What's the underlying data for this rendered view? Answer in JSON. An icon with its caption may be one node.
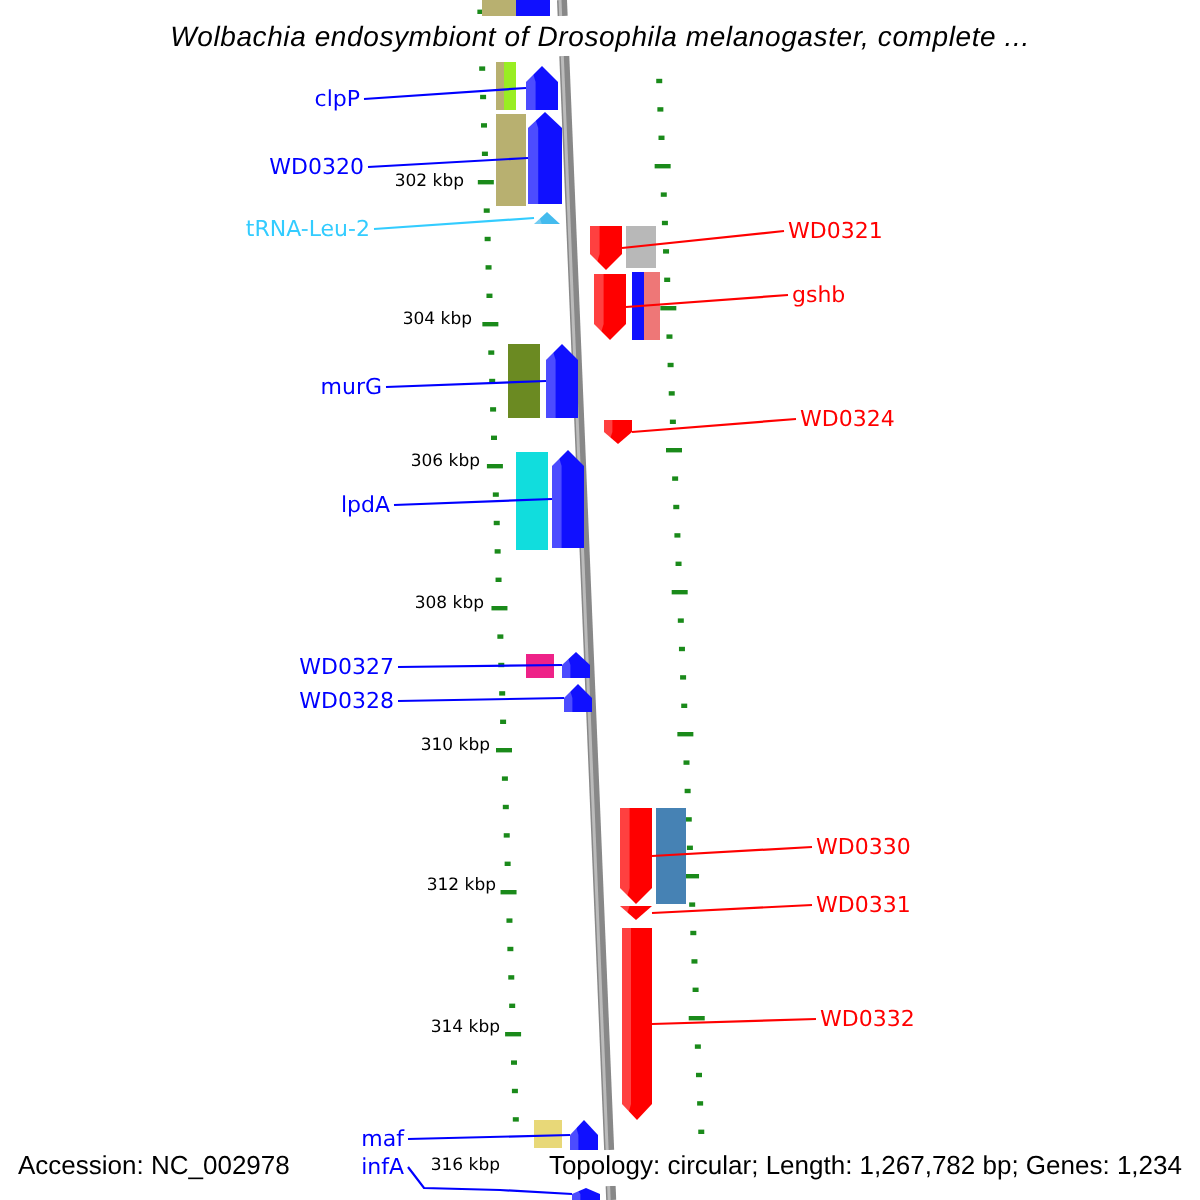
{
  "diagram": {
    "title": "Wolbachia endosymbiont of Drosophila melanogaster, complete ...",
    "nodes": [
      {
        "text": [
          "clpP"
        ]
      },
      {
        "text": [],
        "shape": "arrow"
      },
      {
        "text": [
          "WD0320"
        ]
      },
      {
        "text": [],
        "shape": "arrow"
      },
      {
        "text": [
          "tRNA-Leu-2"
        ]
      },
      {
        "text": [],
        "shape": "triangle"
      },
      {
        "text": [
          "WD0321"
        ]
      },
      {
        "text": [],
        "shape": "arrow"
      },
      {
        "text": [
          "gshb"
        ]
      },
      {
        "text": [],
        "shape": "arrow"
      },
      {
        "text": [
          "murG"
        ]
      },
      {
        "text": [],
        "shape": "arrow"
      },
      {
        "text": [
          "WD0324"
        ]
      },
      {
        "text": [],
        "shape": "arrow"
      },
      {
        "text": [
          "lpdA"
        ]
      },
      {
        "text": [],
        "shape": "arrow"
      },
      {
        "text": [
          "WD0327"
        ]
      },
      {
        "text": [],
        "shape": "arrow"
      },
      {
        "text": [
          "WD0328"
        ]
      },
      {
        "text": [],
        "shape": "arrow"
      },
      {
        "text": [
          "WD0330"
        ]
      },
      {
        "text": [],
        "shape": "arrow"
      },
      {
        "text": [
          "WD0331"
        ]
      },
      {
        "text": [],
        "shape": "triangle"
      },
      {
        "text": [
          "WD0332"
        ]
      },
      {
        "text": [],
        "shape": "arrow"
      },
      {
        "text": [
          "maf"
        ]
      },
      {
        "text": [],
        "shape": "arrow"
      },
      {
        "text": [
          "infA"
        ]
      },
      {
        "text": [],
        "shape": "arrow"
      }
    ],
    "edges": [
      {
        "from": 0,
        "to": 1,
        "arrow": "none"
      },
      {
        "from": 2,
        "to": 3,
        "arrow": "none"
      },
      {
        "from": 4,
        "to": 5,
        "arrow": "none",
        "color": "#33ccff"
      },
      {
        "from": 6,
        "to": 7,
        "arrow": "none",
        "color": "#ff0000"
      },
      {
        "from": 8,
        "to": 9,
        "arrow": "none",
        "color": "#ff0000"
      },
      {
        "from": 10,
        "to": 11,
        "arrow": "none"
      },
      {
        "from": 12,
        "to": 13,
        "arrow": "none",
        "color": "#ff0000"
      },
      {
        "from": 14,
        "to": 15,
        "arrow": "none"
      },
      {
        "from": 16,
        "to": 17,
        "arrow": "none"
      },
      {
        "from": 18,
        "to": 19,
        "arrow": "none"
      },
      {
        "from": 20,
        "to": 21,
        "arrow": "none",
        "color": "#ff0000"
      },
      {
        "from": 22,
        "to": 23,
        "arrow": "none",
        "color": "#ff0000"
      },
      {
        "from": 24,
        "to": 25,
        "arrow": "none",
        "color": "#ff0000"
      },
      {
        "from": 26,
        "to": 27,
        "arrow": "none"
      },
      {
        "from": 28,
        "to": 29,
        "arrow": "none"
      }
    ],
    "labels": [
      "302 kbp",
      "304 kbp",
      "306 kbp",
      "308 kbp",
      "310 kbp",
      "312 kbp",
      "314 kbp",
      "Accession: NC_002978",
      "316 kbp",
      "Topology: circular; Length: 1,267,782 bp; Genes: 1,234"
    ]
  }
}
